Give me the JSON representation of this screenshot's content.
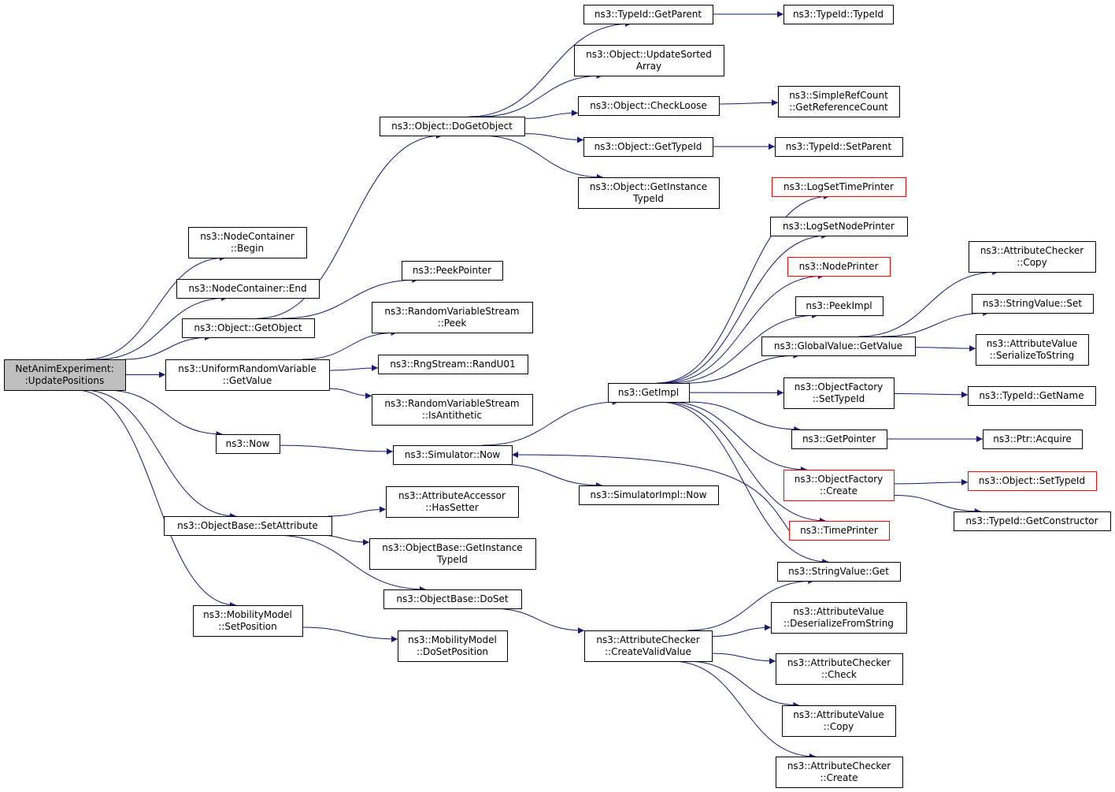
{
  "colors": {
    "edge": "#191970",
    "border": "#000000",
    "broken_border": "#ff0000",
    "root_fill": "#bfbfbf",
    "node_fill": "#ffffff"
  },
  "nodes": [
    {
      "id": "root",
      "lines": [
        "NetAnimExperiment:",
        ":UpdatePositions"
      ],
      "root": true
    },
    {
      "id": "nc_begin",
      "lines": [
        "ns3::NodeContainer",
        "::Begin"
      ]
    },
    {
      "id": "nc_end",
      "lines": [
        "ns3::NodeContainer::End"
      ]
    },
    {
      "id": "obj_getobject",
      "lines": [
        "ns3::Object::GetObject"
      ]
    },
    {
      "id": "urv_getvalue",
      "lines": [
        "ns3::UniformRandomVariable",
        "::GetValue"
      ]
    },
    {
      "id": "now",
      "lines": [
        "ns3::Now"
      ]
    },
    {
      "id": "ob_setattribute",
      "lines": [
        "ns3::ObjectBase::SetAttribute"
      ]
    },
    {
      "id": "mm_setposition",
      "lines": [
        "ns3::MobilityModel",
        "::SetPosition"
      ]
    },
    {
      "id": "obj_dogetobject",
      "lines": [
        "ns3::Object::DoGetObject"
      ]
    },
    {
      "id": "peekpointer",
      "lines": [
        "ns3::PeekPointer"
      ]
    },
    {
      "id": "rvs_peek",
      "lines": [
        "ns3::RandomVariableStream",
        "::Peek"
      ]
    },
    {
      "id": "rng_randu01",
      "lines": [
        "ns3::RngStream::RandU01"
      ]
    },
    {
      "id": "rvs_isantithetic",
      "lines": [
        "ns3::RandomVariableStream",
        "::IsAntithetic"
      ]
    },
    {
      "id": "sim_now",
      "lines": [
        "ns3::Simulator::Now"
      ]
    },
    {
      "id": "aa_hassetter",
      "lines": [
        "ns3::AttributeAccessor",
        "::HasSetter"
      ]
    },
    {
      "id": "ob_getinstancetypeid",
      "lines": [
        "ns3::ObjectBase::GetInstance",
        "TypeId"
      ]
    },
    {
      "id": "ob_doset",
      "lines": [
        "ns3::ObjectBase::DoSet"
      ]
    },
    {
      "id": "mm_dosetposition",
      "lines": [
        "ns3::MobilityModel",
        "::DoSetPosition"
      ]
    },
    {
      "id": "tid_getparent",
      "lines": [
        "ns3::TypeId::GetParent"
      ]
    },
    {
      "id": "obj_updatesorted",
      "lines": [
        "ns3::Object::UpdateSorted",
        "Array"
      ]
    },
    {
      "id": "obj_checkloose",
      "lines": [
        "ns3::Object::CheckLoose"
      ]
    },
    {
      "id": "obj_gettypeid",
      "lines": [
        "ns3::Object::GetTypeId"
      ]
    },
    {
      "id": "obj_getinstancetypeid",
      "lines": [
        "ns3::Object::GetInstance",
        "TypeId"
      ]
    },
    {
      "id": "getimpl",
      "lines": [
        "ns3::GetImpl"
      ]
    },
    {
      "id": "simimpl_now",
      "lines": [
        "ns3::SimulatorImpl::Now"
      ]
    },
    {
      "id": "ac_createvalidvalue",
      "lines": [
        "ns3::AttributeChecker",
        "::CreateValidValue"
      ]
    },
    {
      "id": "tid_typeid",
      "lines": [
        "ns3::TypeId::TypeId"
      ]
    },
    {
      "id": "src_getrefcount",
      "lines": [
        "ns3::SimpleRefCount",
        "::GetReferenceCount"
      ]
    },
    {
      "id": "tid_setparent",
      "lines": [
        "ns3::TypeId::SetParent"
      ]
    },
    {
      "id": "logsettimeprinter",
      "lines": [
        "ns3::LogSetTimePrinter"
      ],
      "broken": true
    },
    {
      "id": "logsetnodeprinter",
      "lines": [
        "ns3::LogSetNodePrinter"
      ]
    },
    {
      "id": "nodeprinter",
      "lines": [
        "ns3::NodePrinter"
      ],
      "broken": true
    },
    {
      "id": "peekimpl",
      "lines": [
        "ns3::PeekImpl"
      ]
    },
    {
      "id": "gv_getvalue",
      "lines": [
        "ns3::GlobalValue::GetValue"
      ]
    },
    {
      "id": "of_settypeid",
      "lines": [
        "ns3::ObjectFactory",
        "::SetTypeId"
      ]
    },
    {
      "id": "getpointer",
      "lines": [
        "ns3::GetPointer"
      ]
    },
    {
      "id": "of_create",
      "lines": [
        "ns3::ObjectFactory",
        "::Create"
      ],
      "broken": true
    },
    {
      "id": "timeprinter",
      "lines": [
        "ns3::TimePrinter"
      ],
      "broken": true
    },
    {
      "id": "sv_get",
      "lines": [
        "ns3::StringValue::Get"
      ]
    },
    {
      "id": "av_deserialize",
      "lines": [
        "ns3::AttributeValue",
        "::DeserializeFromString"
      ]
    },
    {
      "id": "ac_check",
      "lines": [
        "ns3::AttributeChecker",
        "::Check"
      ]
    },
    {
      "id": "av_copy",
      "lines": [
        "ns3::AttributeValue",
        "::Copy"
      ]
    },
    {
      "id": "ac_create",
      "lines": [
        "ns3::AttributeChecker",
        "::Create"
      ]
    },
    {
      "id": "ac_copy",
      "lines": [
        "ns3::AttributeChecker",
        "::Copy"
      ]
    },
    {
      "id": "sv_set",
      "lines": [
        "ns3::StringValue::Set"
      ]
    },
    {
      "id": "av_serialize",
      "lines": [
        "ns3::AttributeValue",
        "::SerializeToString"
      ]
    },
    {
      "id": "tid_getname",
      "lines": [
        "ns3::TypeId::GetName"
      ]
    },
    {
      "id": "ptr_acquire",
      "lines": [
        "ns3::Ptr::Acquire"
      ]
    },
    {
      "id": "obj_settypeid",
      "lines": [
        "ns3::Object::SetTypeId"
      ],
      "broken": true
    },
    {
      "id": "tid_getconstructor",
      "lines": [
        "ns3::TypeId::GetConstructor"
      ]
    }
  ],
  "edges": [
    [
      "root",
      "nc_begin"
    ],
    [
      "root",
      "nc_end"
    ],
    [
      "root",
      "obj_getobject"
    ],
    [
      "root",
      "urv_getvalue"
    ],
    [
      "root",
      "now"
    ],
    [
      "root",
      "ob_setattribute"
    ],
    [
      "root",
      "mm_setposition"
    ],
    [
      "obj_getobject",
      "obj_dogetobject"
    ],
    [
      "obj_getobject",
      "peekpointer"
    ],
    [
      "obj_dogetobject",
      "tid_getparent"
    ],
    [
      "obj_dogetobject",
      "obj_updatesorted"
    ],
    [
      "obj_dogetobject",
      "obj_checkloose"
    ],
    [
      "obj_dogetobject",
      "obj_gettypeid"
    ],
    [
      "obj_dogetobject",
      "obj_getinstancetypeid"
    ],
    [
      "tid_getparent",
      "tid_typeid"
    ],
    [
      "obj_checkloose",
      "src_getrefcount"
    ],
    [
      "obj_gettypeid",
      "tid_setparent"
    ],
    [
      "urv_getvalue",
      "rvs_peek"
    ],
    [
      "urv_getvalue",
      "rng_randu01"
    ],
    [
      "urv_getvalue",
      "rvs_isantithetic"
    ],
    [
      "now",
      "sim_now"
    ],
    [
      "sim_now",
      "getimpl"
    ],
    [
      "sim_now",
      "simimpl_now"
    ],
    [
      "getimpl",
      "logsettimeprinter"
    ],
    [
      "getimpl",
      "logsetnodeprinter"
    ],
    [
      "getimpl",
      "nodeprinter"
    ],
    [
      "getimpl",
      "peekimpl"
    ],
    [
      "getimpl",
      "gv_getvalue"
    ],
    [
      "getimpl",
      "of_settypeid"
    ],
    [
      "getimpl",
      "getpointer"
    ],
    [
      "getimpl",
      "of_create"
    ],
    [
      "getimpl",
      "timeprinter"
    ],
    [
      "getimpl",
      "sv_get"
    ],
    [
      "timeprinter",
      "sim_now"
    ],
    [
      "gv_getvalue",
      "ac_copy"
    ],
    [
      "gv_getvalue",
      "sv_set"
    ],
    [
      "gv_getvalue",
      "av_serialize"
    ],
    [
      "of_settypeid",
      "tid_getname"
    ],
    [
      "getpointer",
      "ptr_acquire"
    ],
    [
      "of_create",
      "obj_settypeid"
    ],
    [
      "of_create",
      "tid_getconstructor"
    ],
    [
      "ob_setattribute",
      "aa_hassetter"
    ],
    [
      "ob_setattribute",
      "ob_getinstancetypeid"
    ],
    [
      "ob_setattribute",
      "ob_doset"
    ],
    [
      "ob_doset",
      "ac_createvalidvalue"
    ],
    [
      "ac_createvalidvalue",
      "sv_get"
    ],
    [
      "ac_createvalidvalue",
      "av_deserialize"
    ],
    [
      "ac_createvalidvalue",
      "ac_check"
    ],
    [
      "ac_createvalidvalue",
      "av_copy"
    ],
    [
      "ac_createvalidvalue",
      "ac_create"
    ],
    [
      "mm_setposition",
      "mm_dosetposition"
    ]
  ]
}
